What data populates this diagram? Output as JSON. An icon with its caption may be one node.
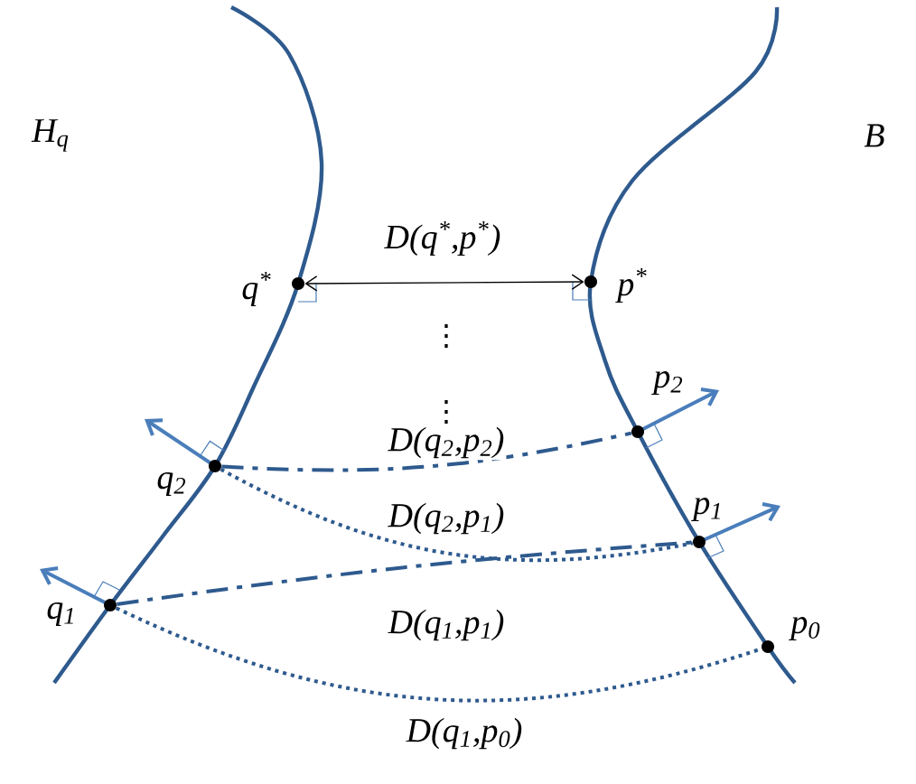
{
  "diagram": {
    "nodes": [
      {
        "text": [],
        "shape": "circle",
        "beside": [
          "q$^{*}$"
        ]
      },
      {
        "text": [],
        "shape": "circle",
        "beside": [
          "p$^{*}$"
        ]
      },
      {
        "text": [],
        "shape": "circle",
        "beside": [
          "p$_{2}$"
        ]
      },
      {
        "text": [],
        "shape": "circle",
        "beside": [
          "q$_{2}$"
        ]
      },
      {
        "text": [],
        "shape": "circle",
        "beside": [
          "p$_{1}$"
        ]
      },
      {
        "text": [],
        "shape": "circle",
        "beside": [
          "q$_{1}$"
        ]
      },
      {
        "text": [],
        "shape": "circle",
        "beside": [
          "p$_{0}$"
        ]
      }
    ],
    "edges": [
      {
        "from": 0,
        "to": 1,
        "arrow": "both",
        "label": "D(q$^{*}$,p$^{*}$)",
        "color": "#000000"
      },
      {
        "from": 3,
        "to": 2,
        "arrow": "none",
        "label": "D(q$_{2}$,p$_{2}$)",
        "style": "dashed"
      },
      {
        "from": 3,
        "to": 4,
        "arrow": "none",
        "label": "D(q$_{2}$,p$_{1}$)",
        "style": "dashed"
      },
      {
        "from": 5,
        "to": 4,
        "arrow": "none",
        "label": "D(q$_{1}$,p$_{1}$)",
        "style": "dashed"
      },
      {
        "from": 5,
        "to": 6,
        "arrow": "none",
        "label": "D(q$_{1}$,p$_{0}$)",
        "style": "dashed"
      }
    ],
    "labels": [
      "H$_{q}$",
      "B",
      "⋮",
      "⋮"
    ]
  }
}
